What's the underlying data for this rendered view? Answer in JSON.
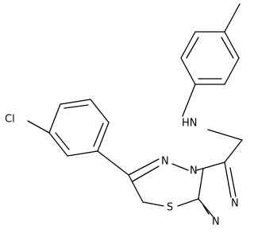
{
  "molecule": {
    "atoms": {
      "cl": "Cl",
      "nh": "HN",
      "n_ring_1": "N",
      "n_ring_2": "N",
      "n_ring_3": "N",
      "n_ring_4": "N",
      "s": "S"
    }
  }
}
